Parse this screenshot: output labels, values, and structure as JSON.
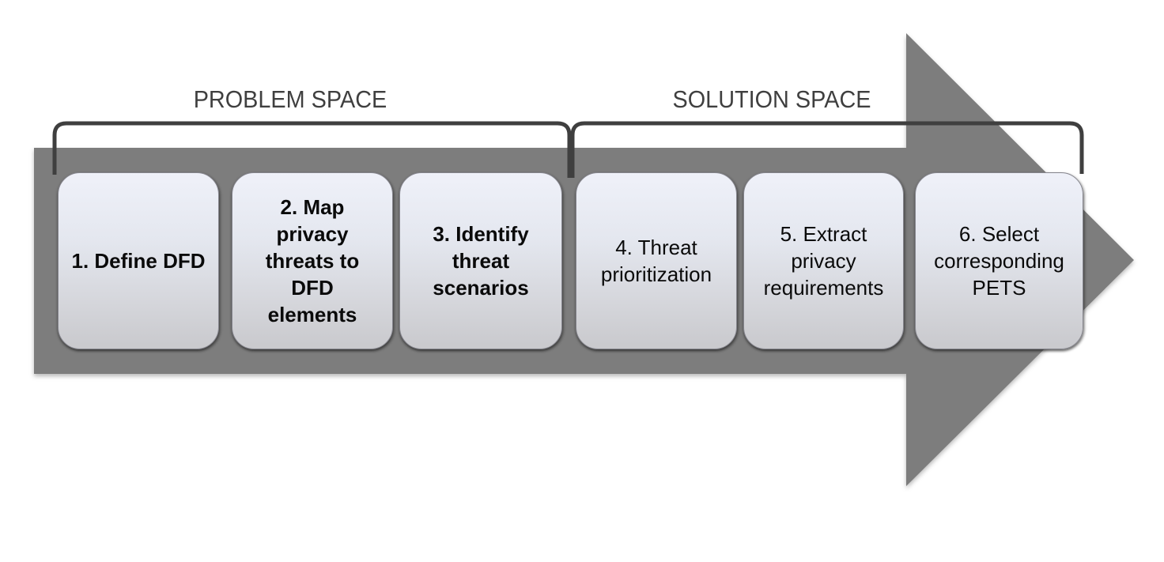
{
  "sections": {
    "problem": {
      "label": "PROBLEM SPACE"
    },
    "solution": {
      "label": "SOLUTION SPACE"
    }
  },
  "steps": [
    {
      "label": "1. Define DFD",
      "bold": true,
      "section": "PROBLEM SPACE"
    },
    {
      "label": "2. Map\nprivacy\nthreats to\nDFD\nelements",
      "bold": true,
      "section": "PROBLEM SPACE"
    },
    {
      "label": "3. Identify\nthreat\nscenarios",
      "bold": true,
      "section": "PROBLEM SPACE"
    },
    {
      "label": "4. Threat\nprioritization",
      "bold": false,
      "section": "SOLUTION SPACE"
    },
    {
      "label": "5. Extract\nprivacy\nrequirements",
      "bold": false,
      "section": "SOLUTION SPACE"
    },
    {
      "label": "6. Select\ncorresponding\nPETS",
      "bold": false,
      "section": "SOLUTION SPACE"
    }
  ],
  "colors": {
    "arrow": "#7d7d7d",
    "bracket": "#3f3f3f",
    "section_label_text": "#3f3f3f",
    "box_border": "#85858d",
    "box_text": "#0a0a0a",
    "box_gradient_top": "#eff1f9",
    "box_gradient_bottom": "#c9c9cd"
  }
}
